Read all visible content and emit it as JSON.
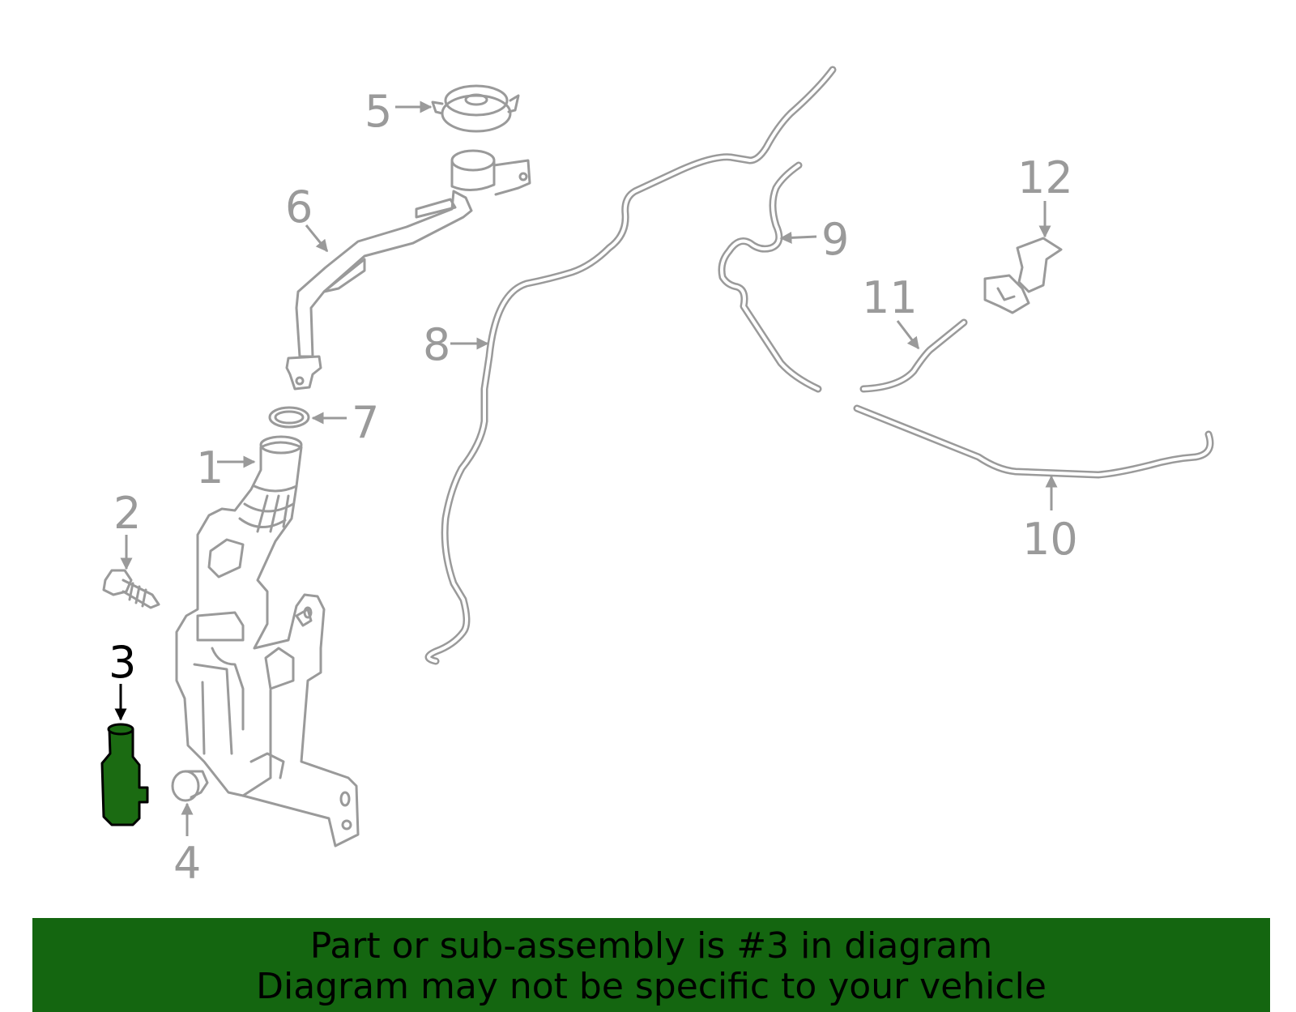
{
  "diagram": {
    "highlighted_part": "3",
    "highlight_color": "#1b6b12",
    "line_color": "#9a9a9a",
    "callouts": [
      {
        "id": "1",
        "label": "1"
      },
      {
        "id": "2",
        "label": "2"
      },
      {
        "id": "3",
        "label": "3"
      },
      {
        "id": "4",
        "label": "4"
      },
      {
        "id": "5",
        "label": "5"
      },
      {
        "id": "6",
        "label": "6"
      },
      {
        "id": "7",
        "label": "7"
      },
      {
        "id": "8",
        "label": "8"
      },
      {
        "id": "9",
        "label": "9"
      },
      {
        "id": "10",
        "label": "10"
      },
      {
        "id": "11",
        "label": "11"
      },
      {
        "id": "12",
        "label": "12"
      }
    ]
  },
  "banner": {
    "background": "#146610",
    "line1": "Part or sub-assembly is #3 in diagram",
    "line2": "Diagram may not be specific to your vehicle"
  }
}
